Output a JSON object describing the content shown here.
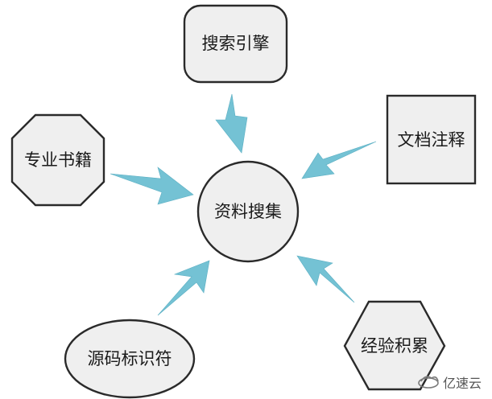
{
  "diagram": {
    "center": {
      "label": "资料搜集"
    },
    "nodes": [
      {
        "id": "search-engine",
        "label": "搜索引擎",
        "shape": "rounded-rectangle"
      },
      {
        "id": "doc-comments",
        "label": "文档注释",
        "shape": "rectangle"
      },
      {
        "id": "professional-books",
        "label": "专业书籍",
        "shape": "octagon"
      },
      {
        "id": "source-identifiers",
        "label": "源码标识符",
        "shape": "ellipse"
      },
      {
        "id": "experience",
        "label": "经验积累",
        "shape": "hexagon"
      }
    ],
    "arrows": [
      {
        "from": "search-engine",
        "to": "center"
      },
      {
        "from": "doc-comments",
        "to": "center"
      },
      {
        "from": "professional-books",
        "to": "center"
      },
      {
        "from": "source-identifiers",
        "to": "center"
      },
      {
        "from": "experience",
        "to": "center"
      }
    ],
    "colors": {
      "arrow": "#74c2d4",
      "shape_fill": "#efefef",
      "shape_stroke": "#2a2a2a"
    }
  },
  "watermark": {
    "text": "亿速云",
    "icon": "cloud-logo-icon"
  }
}
